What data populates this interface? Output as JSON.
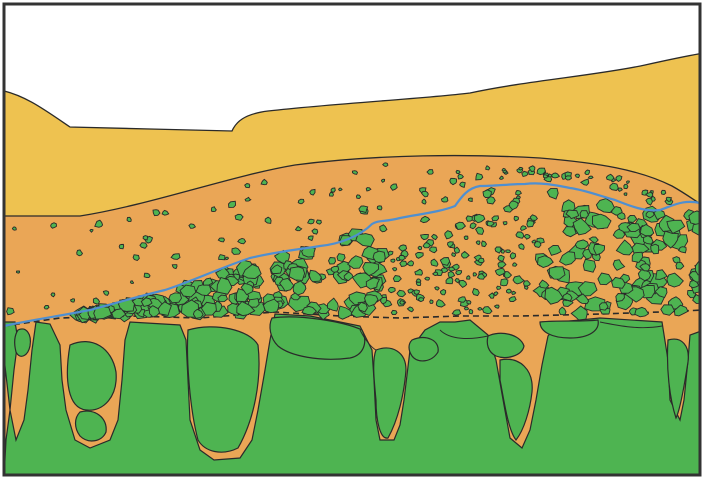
{
  "diagram": {
    "kind": "geological cross-section",
    "layers": [
      {
        "name": "sky",
        "color": "#ffffff"
      },
      {
        "name": "upper-yellow-layer",
        "color": "#eec250"
      },
      {
        "name": "orange-matrix-layer",
        "color": "#eaa656"
      },
      {
        "name": "green-bedrock",
        "color": "#4eb451"
      }
    ],
    "colors": {
      "outline": "#2a2a2a",
      "blue_boundary": "#4f8fd0",
      "clast_fill": "#4eb451",
      "frame": "#333333"
    }
  }
}
